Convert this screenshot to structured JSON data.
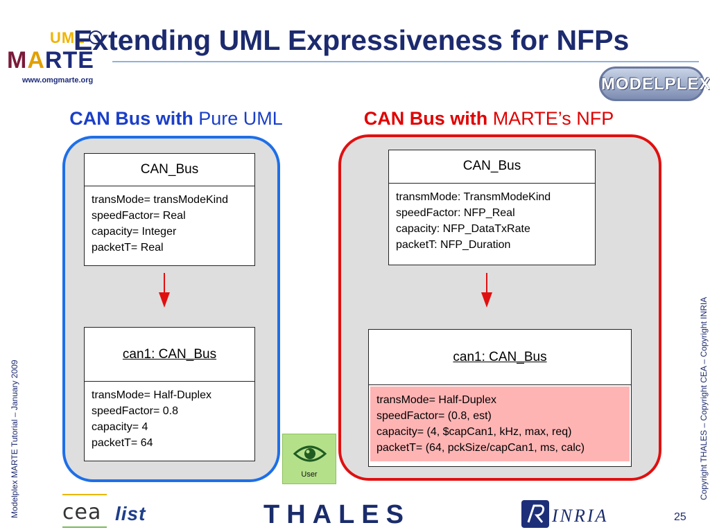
{
  "header": {
    "title": "Extending UML Expressiveness for NFPs",
    "logo_uml": "UML",
    "logo_marte": "MARTE",
    "logo_url": "www.omgmarte.org",
    "modelplex": "MODELPLEX"
  },
  "side": {
    "left": "Modelplex MARTE Tutorial – January 2009",
    "right": "Copyright THALES – Copyright CEA – Copyright INRIA"
  },
  "left_panel": {
    "heading_bold": "CAN Bus with",
    "heading_rest": " Pure UML",
    "class_box": {
      "name": "CAN_Bus",
      "attributes": [
        "transMode= transModeKind",
        "speedFactor= Real",
        "capacity= Integer",
        "packetT= Real"
      ]
    },
    "instance_box": {
      "name": "can1: CAN_Bus",
      "attributes": [
        "transMode= Half-Duplex",
        "speedFactor= 0.8",
        "capacity= 4",
        "packetT= 64"
      ]
    }
  },
  "right_panel": {
    "heading_bold": "CAN Bus with",
    "heading_rest": " MARTE’s NFP",
    "class_box": {
      "name": "CAN_Bus",
      "attributes": [
        "transmMode: TransmModeKind",
        "speedFactor: NFP_Real",
        "capacity: NFP_DataTxRate",
        "packetT: NFP_Duration"
      ]
    },
    "instance_box": {
      "name": "can1: CAN_Bus",
      "attributes": [
        "transMode= Half-Duplex",
        "speedFactor= (0.8, est)",
        "capacity= (4, $capCan1, kHz, max, req)",
        "packetT= (64, pckSize/capCan1, ms, calc)"
      ]
    }
  },
  "user_icon": {
    "label": "User",
    "icon": "eye-icon"
  },
  "footer": {
    "cea": "cea",
    "list": "list",
    "thales": "THALES",
    "inria": "INRIA",
    "page_number": "25"
  },
  "colors": {
    "title": "#1c2a6e",
    "left_accent": "#1e6fe8",
    "right_accent": "#e01010",
    "panel_fill": "#dedede",
    "highlight": "#ffb4b4"
  }
}
